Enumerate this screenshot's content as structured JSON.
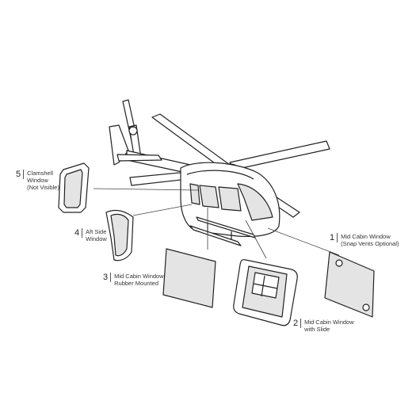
{
  "callouts": [
    {
      "number": "1",
      "lines": [
        "Mid Cabin Window",
        "(Snap Vents Optional)"
      ]
    },
    {
      "number": "2",
      "lines": [
        "Mid Cabin Window",
        "with Slide"
      ]
    },
    {
      "number": "3",
      "lines": [
        "Mid Cabin Window",
        "Rubber Mounted"
      ]
    },
    {
      "number": "4",
      "lines": [
        "Aft Side",
        "Window"
      ]
    },
    {
      "number": "5",
      "lines": [
        "Clamshell",
        "Window",
        "(Not Visible)"
      ]
    }
  ],
  "colors": {
    "line": "#222222",
    "glass": "#e4e4e4",
    "frame": "#ffffff"
  }
}
